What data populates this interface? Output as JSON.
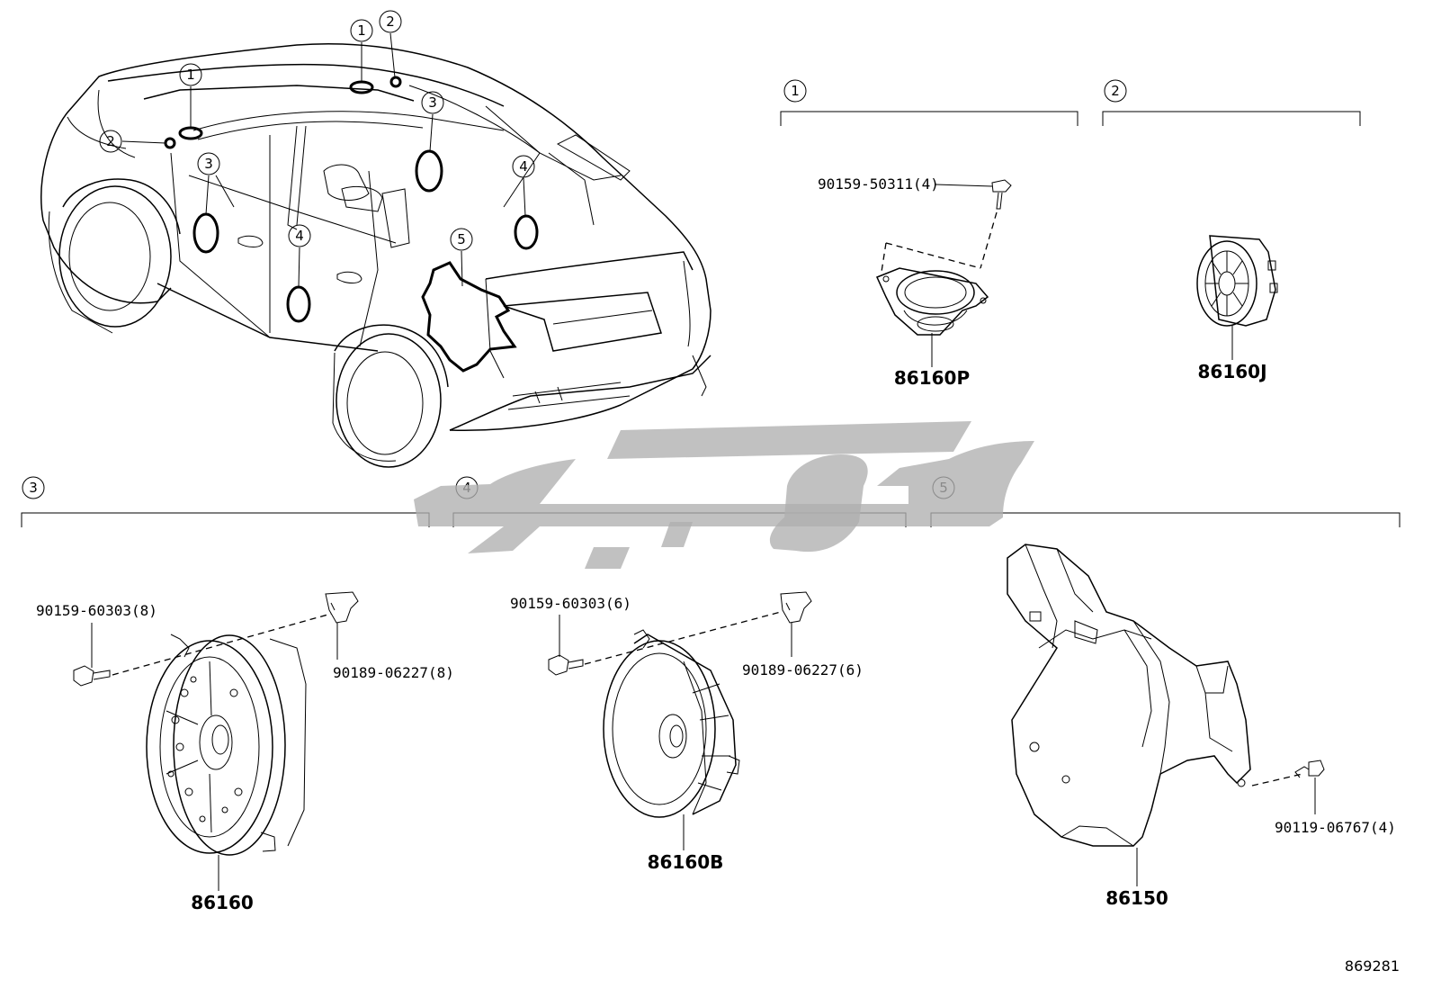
{
  "callouts": {
    "group_1": "1",
    "group_2": "2",
    "group_3": "3",
    "group_4": "4",
    "group_5": "5"
  },
  "labels": {
    "screw_1": "90159-50311(4)",
    "part_1": "86160P",
    "part_2": "86160J",
    "screw_3": "90159-60303(8)",
    "nut_3": "90189-06227(8)",
    "part_3": "86160",
    "screw_4": "90159-60303(6)",
    "nut_4": "90189-06227(6)",
    "part_4": "86160B",
    "bolt_5": "90119-06767(4)",
    "part_5": "86150"
  },
  "reference_number": "869281"
}
